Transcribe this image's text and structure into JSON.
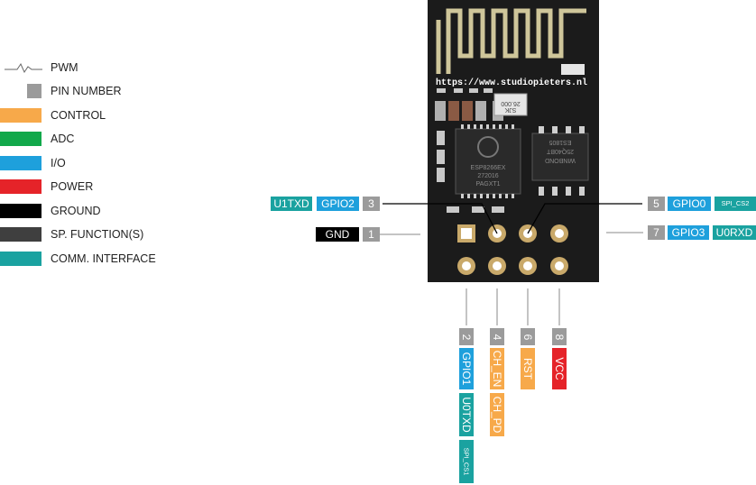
{
  "colors": {
    "pin_number": "#9b9b9b",
    "control": "#f7a94a",
    "adc": "#11a84a",
    "io": "#1ea0dc",
    "power": "#e52329",
    "ground": "#000000",
    "sp_function": "#3f3f3f",
    "comm_interface": "#1aa2a0",
    "board": "#1b1b1b"
  },
  "legend": [
    {
      "label": "PWM",
      "swatch": "pwm-line"
    },
    {
      "label": "PIN NUMBER",
      "swatch": "pin_number"
    },
    {
      "label": "CONTROL",
      "swatch": "control"
    },
    {
      "label": "ADC",
      "swatch": "adc"
    },
    {
      "label": "I/O",
      "swatch": "io"
    },
    {
      "label": "POWER",
      "swatch": "power"
    },
    {
      "label": "GROUND",
      "swatch": "ground"
    },
    {
      "label": "SP. FUNCTION(S)",
      "swatch": "sp_function"
    },
    {
      "label": "COMM. INTERFACE",
      "swatch": "comm_interface"
    }
  ],
  "board": {
    "url": "https://www.studiopieters.nl",
    "crystal": "26.000",
    "crystal_code": "SJK",
    "chip_brand": "ESP8266EX",
    "chip_line2": "272016",
    "chip_line3": "PAGXT1",
    "flash_brand": "WINBOND",
    "flash_line2": "25Q40BT",
    "flash_line3": "ES1805"
  },
  "pins": {
    "pin1": {
      "number": "1",
      "labels": [
        "GND"
      ]
    },
    "pin2": {
      "number": "2",
      "labels": [
        "GPIO1",
        "U0TXD",
        "SPI_CS1"
      ]
    },
    "pin3": {
      "number": "3",
      "labels": [
        "GPIO2",
        "U1TXD"
      ]
    },
    "pin4": {
      "number": "4",
      "labels": [
        "CH_EN",
        "CH_PD"
      ]
    },
    "pin5": {
      "number": "5",
      "labels": [
        "GPIO0",
        "SPI_CS2"
      ]
    },
    "pin6": {
      "number": "6",
      "labels": [
        "RST"
      ]
    },
    "pin7": {
      "number": "7",
      "labels": [
        "GPIO3",
        "U0RXD"
      ]
    },
    "pin8": {
      "number": "8",
      "labels": [
        "VCC"
      ]
    }
  }
}
